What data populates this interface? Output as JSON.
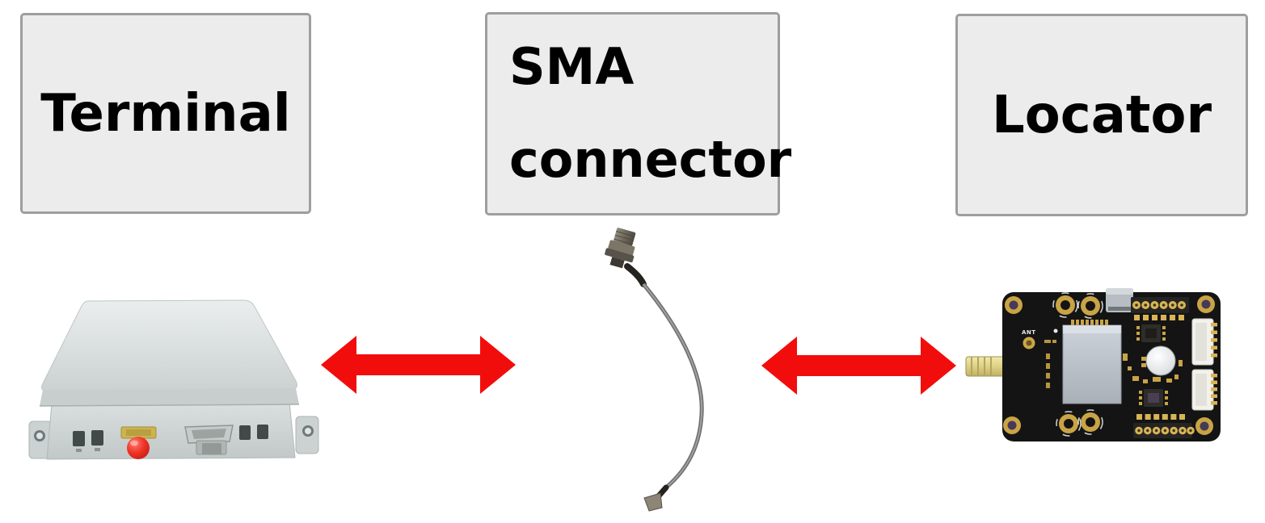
{
  "page": {
    "background": "#ffffff"
  },
  "diagram": {
    "accent_red": "#f20d0d",
    "box_fill": "#ececec",
    "box_border": "#9e9ea0",
    "nodes": {
      "terminal": {
        "label": "Terminal"
      },
      "sma_connector": {
        "line1": "SMA",
        "line2": "connector"
      },
      "locator": {
        "label": "Locator"
      }
    },
    "locator_board": {
      "ant_label": "ANT"
    },
    "connections": [
      {
        "from": "Terminal",
        "to": "SMA connector",
        "style": "bidirectional-red-arrow"
      },
      {
        "from": "SMA connector",
        "to": "Locator",
        "style": "bidirectional-red-arrow"
      }
    ]
  }
}
